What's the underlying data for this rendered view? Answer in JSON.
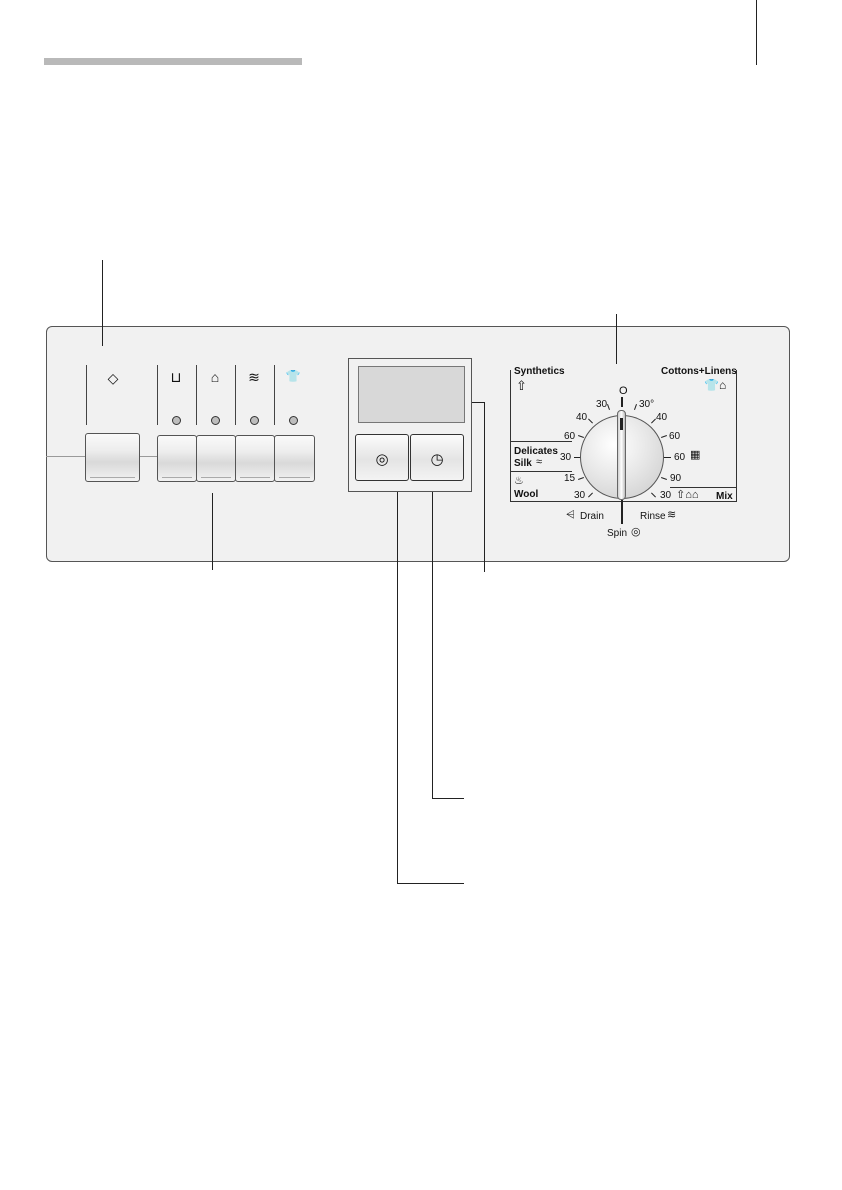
{
  "icons": {
    "start": "◇",
    "rinse_hold": "⊔",
    "easy_iron": "⌂",
    "prewash": "≋",
    "shirt": "👕",
    "spin": "◎",
    "end_time": "◷",
    "spin_small": "◎"
  },
  "dial": {
    "synthetics_label": "Synthetics",
    "cottons_label": "Cottons+Linens",
    "delicates_label": "Delicates",
    "silk_label": "Silk",
    "wool_label": "Wool",
    "mix_label": "Mix",
    "drain_label": "Drain",
    "spin_label": "Spin",
    "rinse_label": "Rinse",
    "off_mark": "O",
    "left_temps": [
      "30",
      "40",
      "60",
      "30",
      "15",
      "30"
    ],
    "right_temps": [
      "30°",
      "40",
      "60",
      "60",
      "90",
      "30"
    ]
  },
  "colors": {
    "panel": "#f1f1f1",
    "header_bar": "#b9b9b9",
    "display": "#d8d8d8",
    "stroke": "#222222"
  }
}
